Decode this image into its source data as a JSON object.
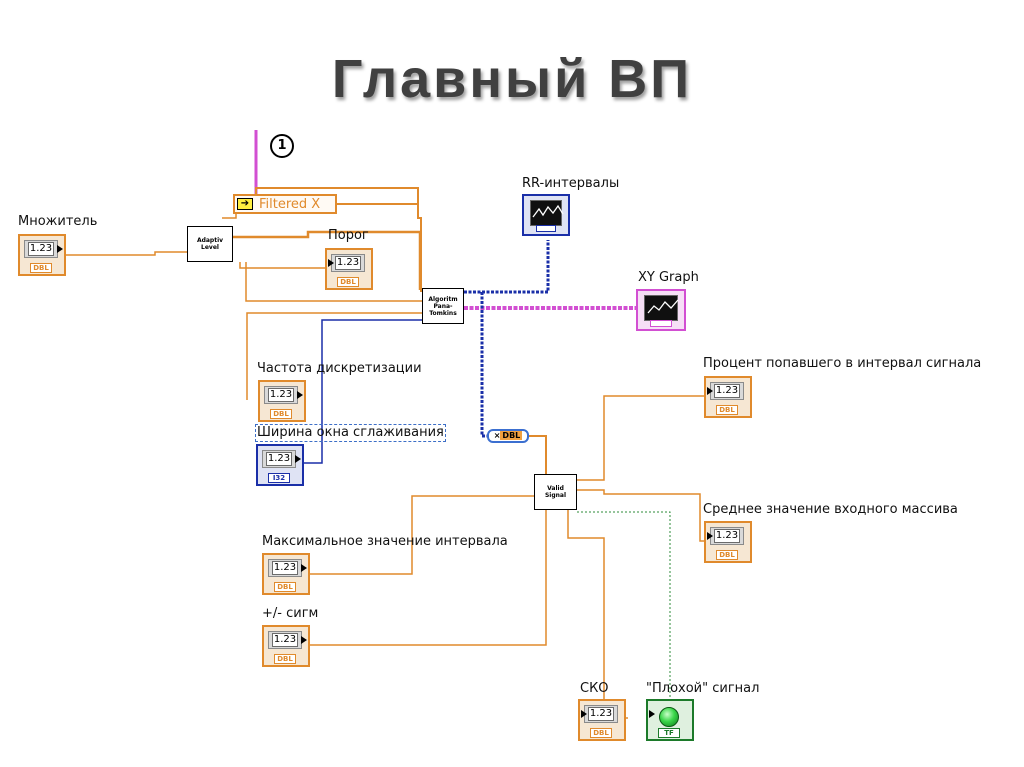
{
  "slide": {
    "title": "Главный ВП"
  },
  "marker": {
    "number": "1"
  },
  "nodes": {
    "filtered_x": "Filtered X",
    "adaptive_level": "Adaptiv\nLevel",
    "algorithm": "Algoritm\nPanа-\nTomkins",
    "valid_signal": "Valid\nSignal",
    "bundle": "⨯"
  },
  "controls": {
    "multiplier": {
      "label": "Множитель",
      "value": "1.23",
      "type": "DBL"
    },
    "sampling_rate": {
      "label": "Частота дискретизации",
      "value": "1.23",
      "type": "DBL"
    },
    "window_width": {
      "label": "Ширина окна сглаживания",
      "value": "1.23",
      "type": "I32"
    },
    "max_interval": {
      "label": "Максимальное значение интервала",
      "value": "1.23",
      "type": "DBL"
    },
    "sigma": {
      "label": "+/- сигм",
      "value": "1.23",
      "type": "DBL"
    }
  },
  "indicators": {
    "threshold": {
      "label": "Порог",
      "value": "1.23",
      "type": "DBL"
    },
    "percent_in_interval": {
      "label": "Процент попавшего в интервал сигнала",
      "value": "1.23",
      "type": "DBL"
    },
    "mean_input": {
      "label": "Среднее значение входного массива",
      "value": "1.23",
      "type": "DBL"
    },
    "std_dev": {
      "label": "СКО",
      "value": "1.23",
      "type": "DBL"
    },
    "bad_signal": {
      "label": "\"Плохой\" сигнал",
      "type": "TF"
    }
  },
  "graphs": {
    "rr_intervals": {
      "label": "RR-интервалы"
    },
    "xy_graph": {
      "label": "XY Graph"
    }
  },
  "colors": {
    "dbl_wire": "#e08a2c",
    "int_wire": "#1a2fa8",
    "cluster_wire": "#d24fd2",
    "bool_wire": "#2e8b3a",
    "array_wire": "#1a2fa8"
  }
}
